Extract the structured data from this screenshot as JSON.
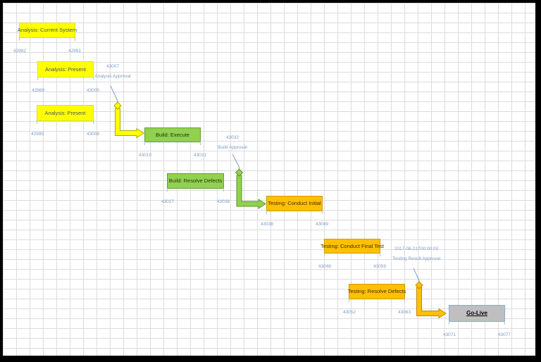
{
  "diagram": {
    "type": "project-timeline-waterfall",
    "tasks": [
      {
        "label": "Analysis: Current System",
        "start": "42982",
        "end": "42991",
        "color": "yellow"
      },
      {
        "label": "Analysis: Present",
        "start": "42989",
        "end": "43000",
        "color": "yellow"
      },
      {
        "label": "Analysis: Present",
        "start": "42999",
        "end": "43008",
        "color": "yellow"
      },
      {
        "label": "Build: Execute",
        "start": "43010",
        "end": "43021",
        "color": "green"
      },
      {
        "label": "Build: Resolve Defects",
        "start": "43027",
        "end": "43038",
        "color": "green"
      },
      {
        "label": "Testing: Conduct Initial",
        "start": "43038",
        "end": "43049",
        "color": "orange"
      },
      {
        "label": "Testing: Conduct Final Test",
        "start": "43048",
        "end": "43059",
        "color": "orange"
      },
      {
        "label": "Testing: Resolve Defects",
        "start": "43052",
        "end": "43063",
        "color": "orange"
      },
      {
        "label": "Go-Live",
        "start": "43071",
        "end": "43077",
        "color": "gray"
      }
    ],
    "milestones": [
      {
        "value": "43007",
        "label": "Analysis Approval",
        "color": "yellow"
      },
      {
        "value": "43032",
        "label": "Build Approval",
        "color": "green"
      },
      {
        "value": "2017-08-21T00:00:00",
        "label": "Testing Result Approval",
        "color": "orange"
      }
    ]
  },
  "colors": {
    "task_yellow_fill": "#FFFF00",
    "task_yellow_border": "#E0DE2E",
    "task_yellow_text": "#44546A",
    "task_green_fill": "#92D050",
    "task_green_border": "#63A031",
    "task_green_text": "#1F3505",
    "task_orange_fill": "#FFC000",
    "task_orange_border": "#CC9A00",
    "task_orange_text": "#3F3000",
    "task_gray_fill": "#BFBFBF",
    "task_gray_border": "#8FAACC",
    "arrow_yellow_edge": "#ACA800",
    "arrow_green_edge": "#5E9431",
    "arrow_orange_edge": "#BC8D00",
    "callout_text": "#7E9CC5",
    "grid_line": "#DCDCDC",
    "background": "#FFFFFF",
    "frame": "#000000"
  }
}
